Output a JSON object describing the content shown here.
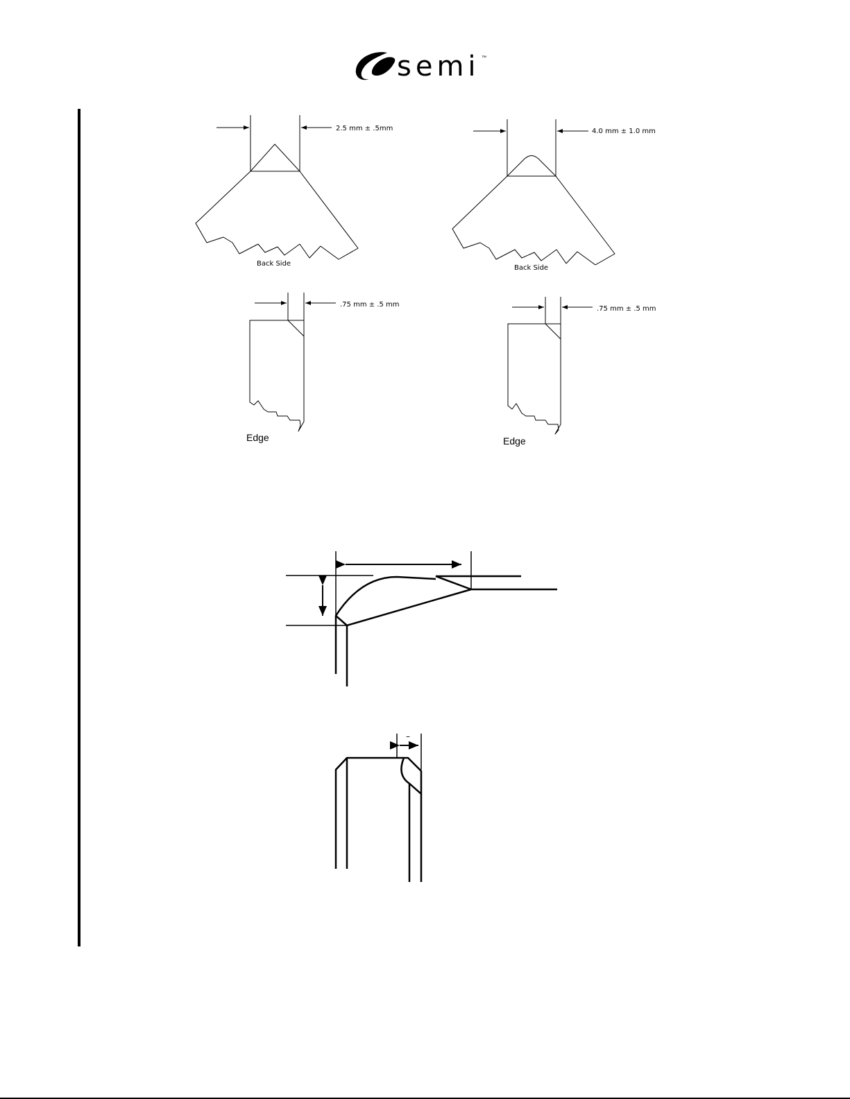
{
  "logo": {
    "name": "semi",
    "tm": "™"
  },
  "figure_left": {
    "width_label": "2.5 mm  ±  .5mm",
    "back_caption": "Back Side",
    "edge_width_label": ".75 mm ± .5 mm",
    "edge_caption": "Edge"
  },
  "figure_right": {
    "width_label": "4.0 mm  ±  1.0 mm",
    "back_caption": "Back Side",
    "edge_width_label": ".75 mm ± .5 mm",
    "edge_caption": "Edge"
  },
  "figure_bottom": {
    "dim_mark": "–"
  }
}
